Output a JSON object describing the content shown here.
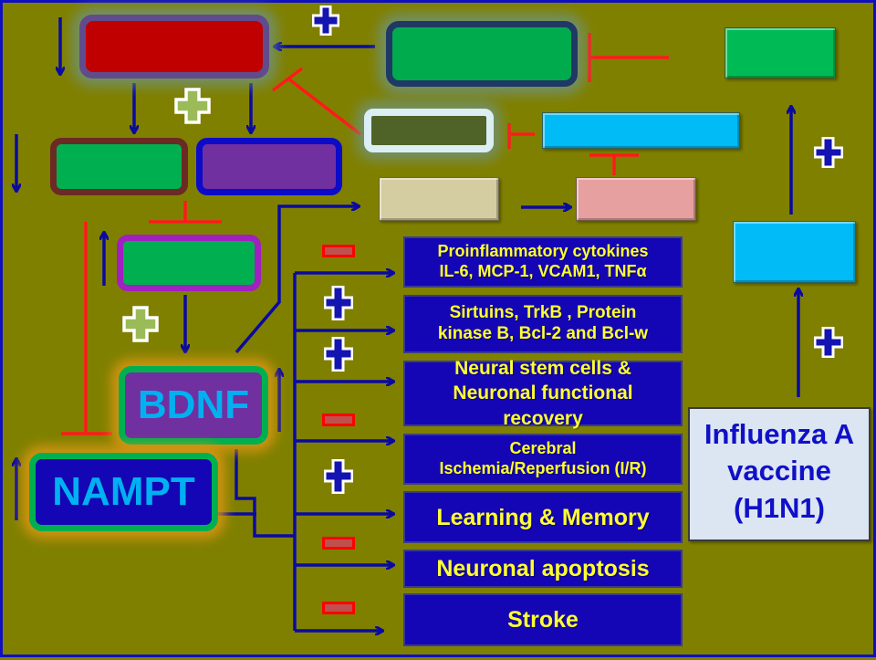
{
  "diagram": {
    "colors": {
      "background": "#808000",
      "frame": "#1010c0",
      "activation_arrow": "#0a0aa0",
      "inhibition": "#ff1a1a",
      "outcome_box_fill": "#1406b4",
      "outcome_text": "#ffff33",
      "key_node_text": "#00b0f0"
    },
    "nodes": {
      "bdnf": {
        "label": "BDNF"
      },
      "nampt": {
        "label": "NAMPT"
      },
      "vaccine": {
        "label_line1": "Influenza A",
        "label_line2": "vaccine",
        "label_line3": "(H1N1)"
      },
      "unlabeled": [
        "red-box",
        "dark-green-box",
        "green-box-1",
        "purple-box",
        "green-box-magenta",
        "olive-box",
        "cyan-box-wide",
        "green-box-right",
        "tan-box",
        "pink-box",
        "cyan-box-right"
      ]
    },
    "outcomes": [
      {
        "line1": "Proinflammatory cytokines",
        "line2": "IL-6, MCP-1,  VCAM1, TNFα",
        "effect": "minus"
      },
      {
        "line1": "Sirtuins, TrkB ,  Protein",
        "line2": "kinase B, Bcl-2 and Bcl-w",
        "effect": "plus"
      },
      {
        "line1": "Neural stem cells &",
        "line2": "Neuronal functional",
        "line3": "recovery",
        "effect": "plus"
      },
      {
        "line1": "Cerebral",
        "line2": "Ischemia/Reperfusion (I/R)",
        "effect": "minus"
      },
      {
        "line1": "Learning  & Memory",
        "effect": "plus"
      },
      {
        "line1": "Neuronal apoptosis",
        "effect": "minus"
      },
      {
        "line1": "Stroke",
        "effect": "minus"
      }
    ],
    "signs": {
      "plus": "+",
      "minus": "−"
    }
  }
}
